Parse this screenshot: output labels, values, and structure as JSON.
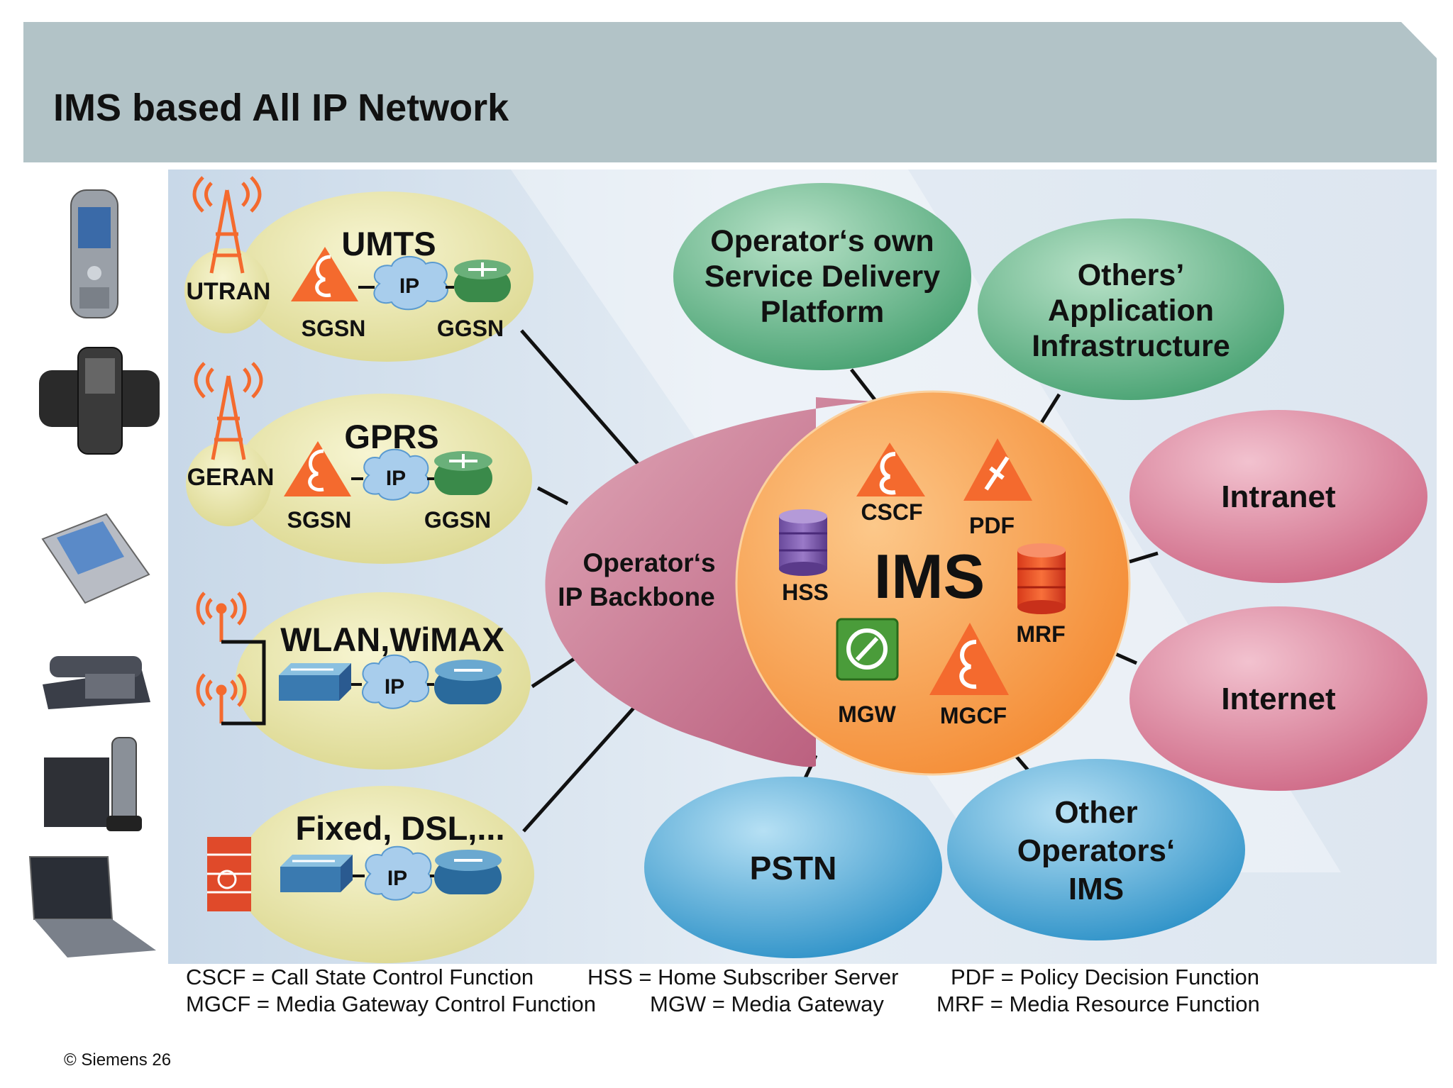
{
  "title": "IMS based All IP Network",
  "access": {
    "umts": {
      "name": "UMTS",
      "radio": "UTRAN",
      "node1": "SGSN",
      "node2": "GGSN",
      "cloud": "IP"
    },
    "gprs": {
      "name": "GPRS",
      "radio": "GERAN",
      "node1": "SGSN",
      "node2": "GGSN",
      "cloud": "IP"
    },
    "wlan": {
      "name": "WLAN,WiMAX",
      "cloud": "IP"
    },
    "fixed": {
      "name": "Fixed, DSL,...",
      "cloud": "IP"
    }
  },
  "backbone": {
    "line1": "Operator‘s",
    "line2": "IP Backbone"
  },
  "ims": {
    "title": "IMS",
    "cscf": "CSCF",
    "pdf": "PDF",
    "hss": "HSS",
    "mrf": "MRF",
    "mgw": "MGW",
    "mgcf": "MGCF"
  },
  "services": {
    "operator_sdp": [
      "Operator‘s own",
      "Service Delivery",
      "Platform"
    ],
    "others_app": [
      "Others’",
      "Application",
      "Infrastructure"
    ],
    "intranet": "Intranet",
    "internet": "Internet",
    "pstn": "PSTN",
    "other_ops": [
      "Other",
      "Operators‘",
      "IMS"
    ]
  },
  "legend": {
    "row1": [
      "CSCF = Call State Control Function",
      "HSS = Home Subscriber Server",
      "PDF = Policy Decision Function"
    ],
    "row2": [
      "MGCF = Media Gateway Control Function",
      "MGW = Media Gateway",
      "MRF = Media Resource Function"
    ]
  },
  "footer": "© Siemens 26",
  "colors": {
    "header": "#b2c3c7",
    "ims": "#f7a04c",
    "ims_text": "#19e0e8",
    "backbone": "#c97993",
    "access": "#eae8b0"
  }
}
